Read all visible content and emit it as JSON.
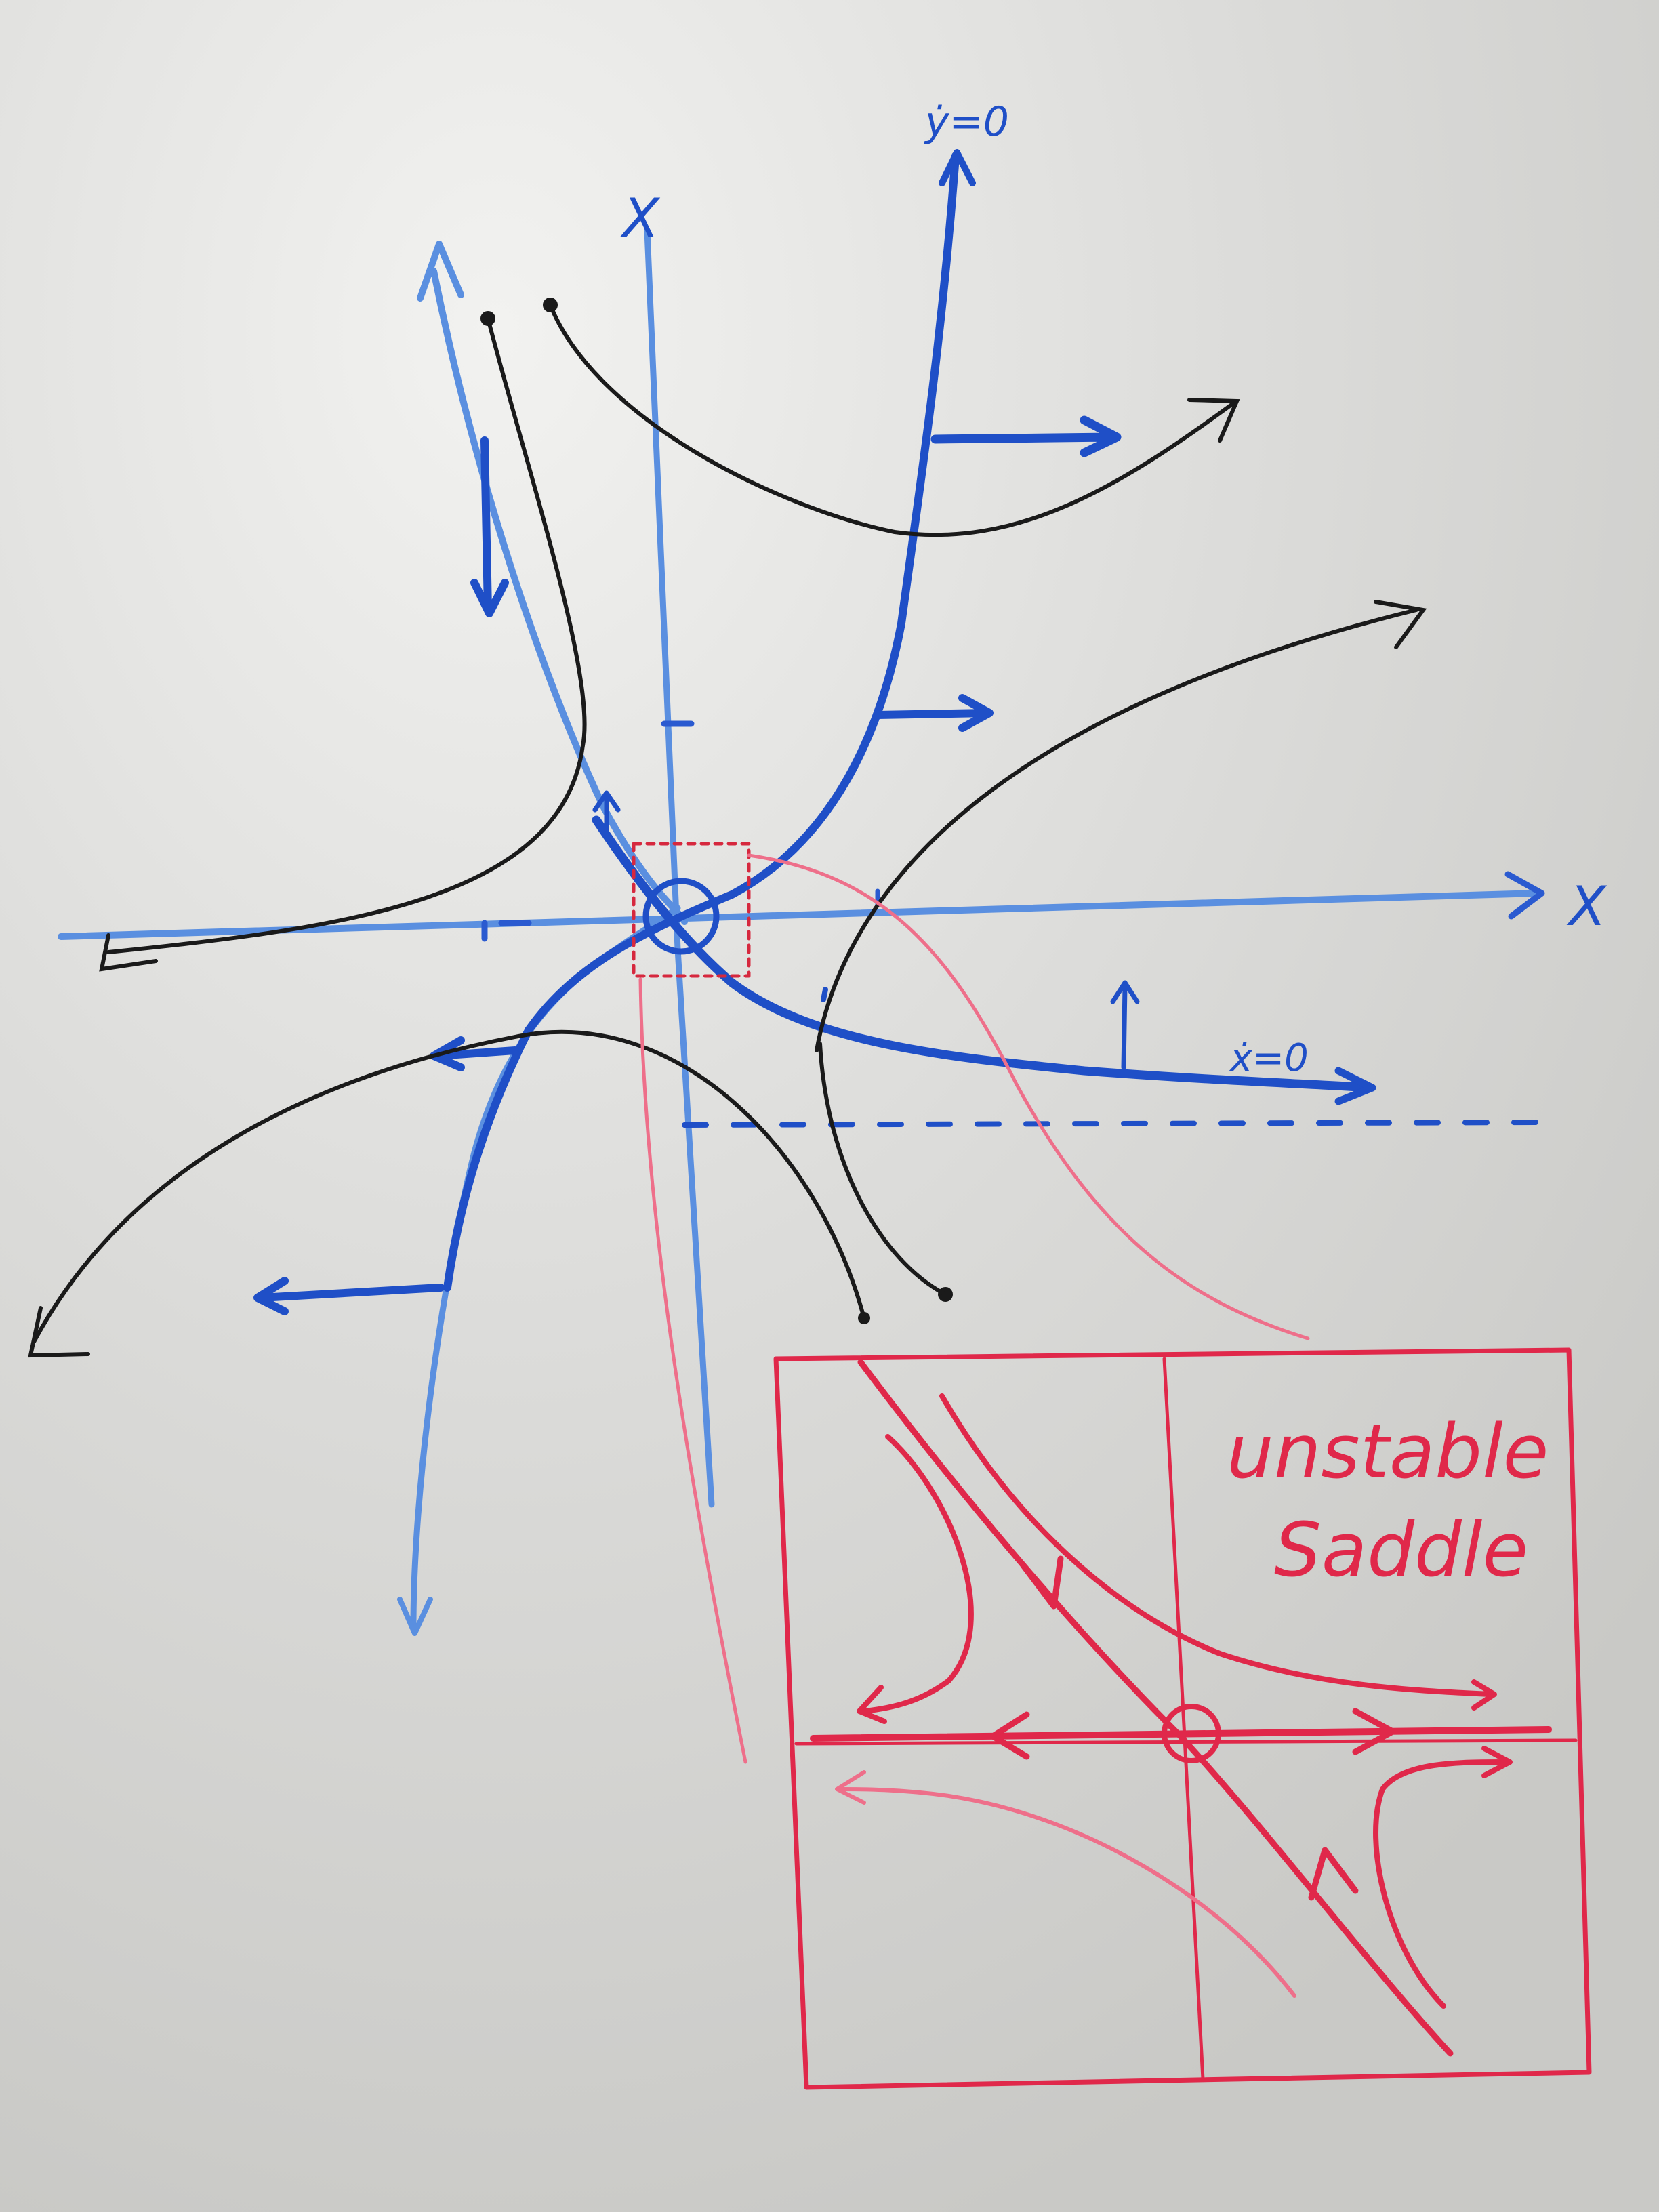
{
  "labels": {
    "x_axis": "X",
    "y_axis": "X",
    "ydot_nullcline": "ẏ=0",
    "xdot_nullcline": "ẋ=0",
    "inset_title_line1": "unstable",
    "inset_title_line2": "Saddle"
  },
  "colors": {
    "board": "#d6d6d4",
    "blue_marker": "#1f4fc7",
    "light_blue_marker": "#5a8fe0",
    "black_marker": "#1a1a1a",
    "red_marker": "#e0284a",
    "pink_marker": "#ee6f8a"
  }
}
